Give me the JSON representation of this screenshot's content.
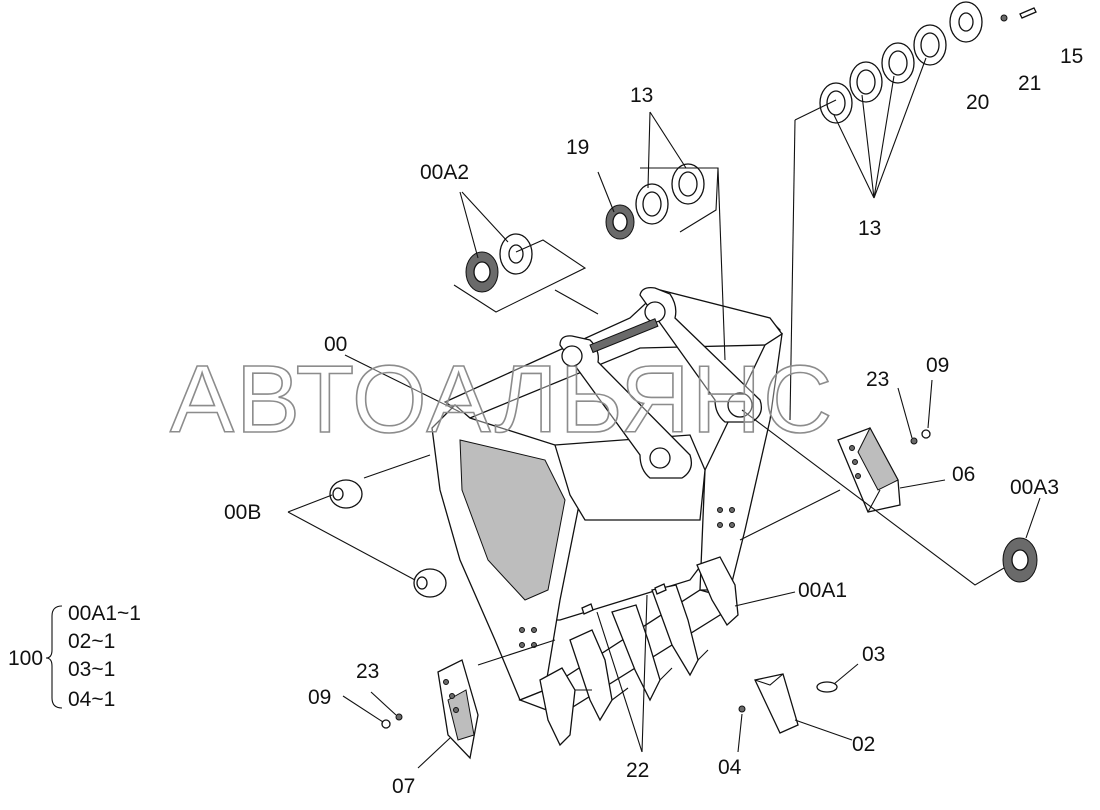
{
  "watermark": "АВТОАЛЬЯНС",
  "labels": {
    "p00": "00",
    "p00A2": "00A2",
    "p19": "19",
    "p13_top": "13",
    "p13_right": "13",
    "p20": "20",
    "p21": "21",
    "p15": "15",
    "p09_right": "09",
    "p23_right": "23",
    "p06": "06",
    "p00A3": "00A3",
    "p00B": "00B",
    "p00A1": "00A1",
    "p03": "03",
    "p02": "02",
    "p04": "04",
    "p22": "22",
    "p23_left": "23",
    "p09_left": "09",
    "p07": "07"
  },
  "kit": {
    "number": "100",
    "items": [
      "00A1~1",
      "02~1",
      "03~1",
      "04~1"
    ]
  }
}
